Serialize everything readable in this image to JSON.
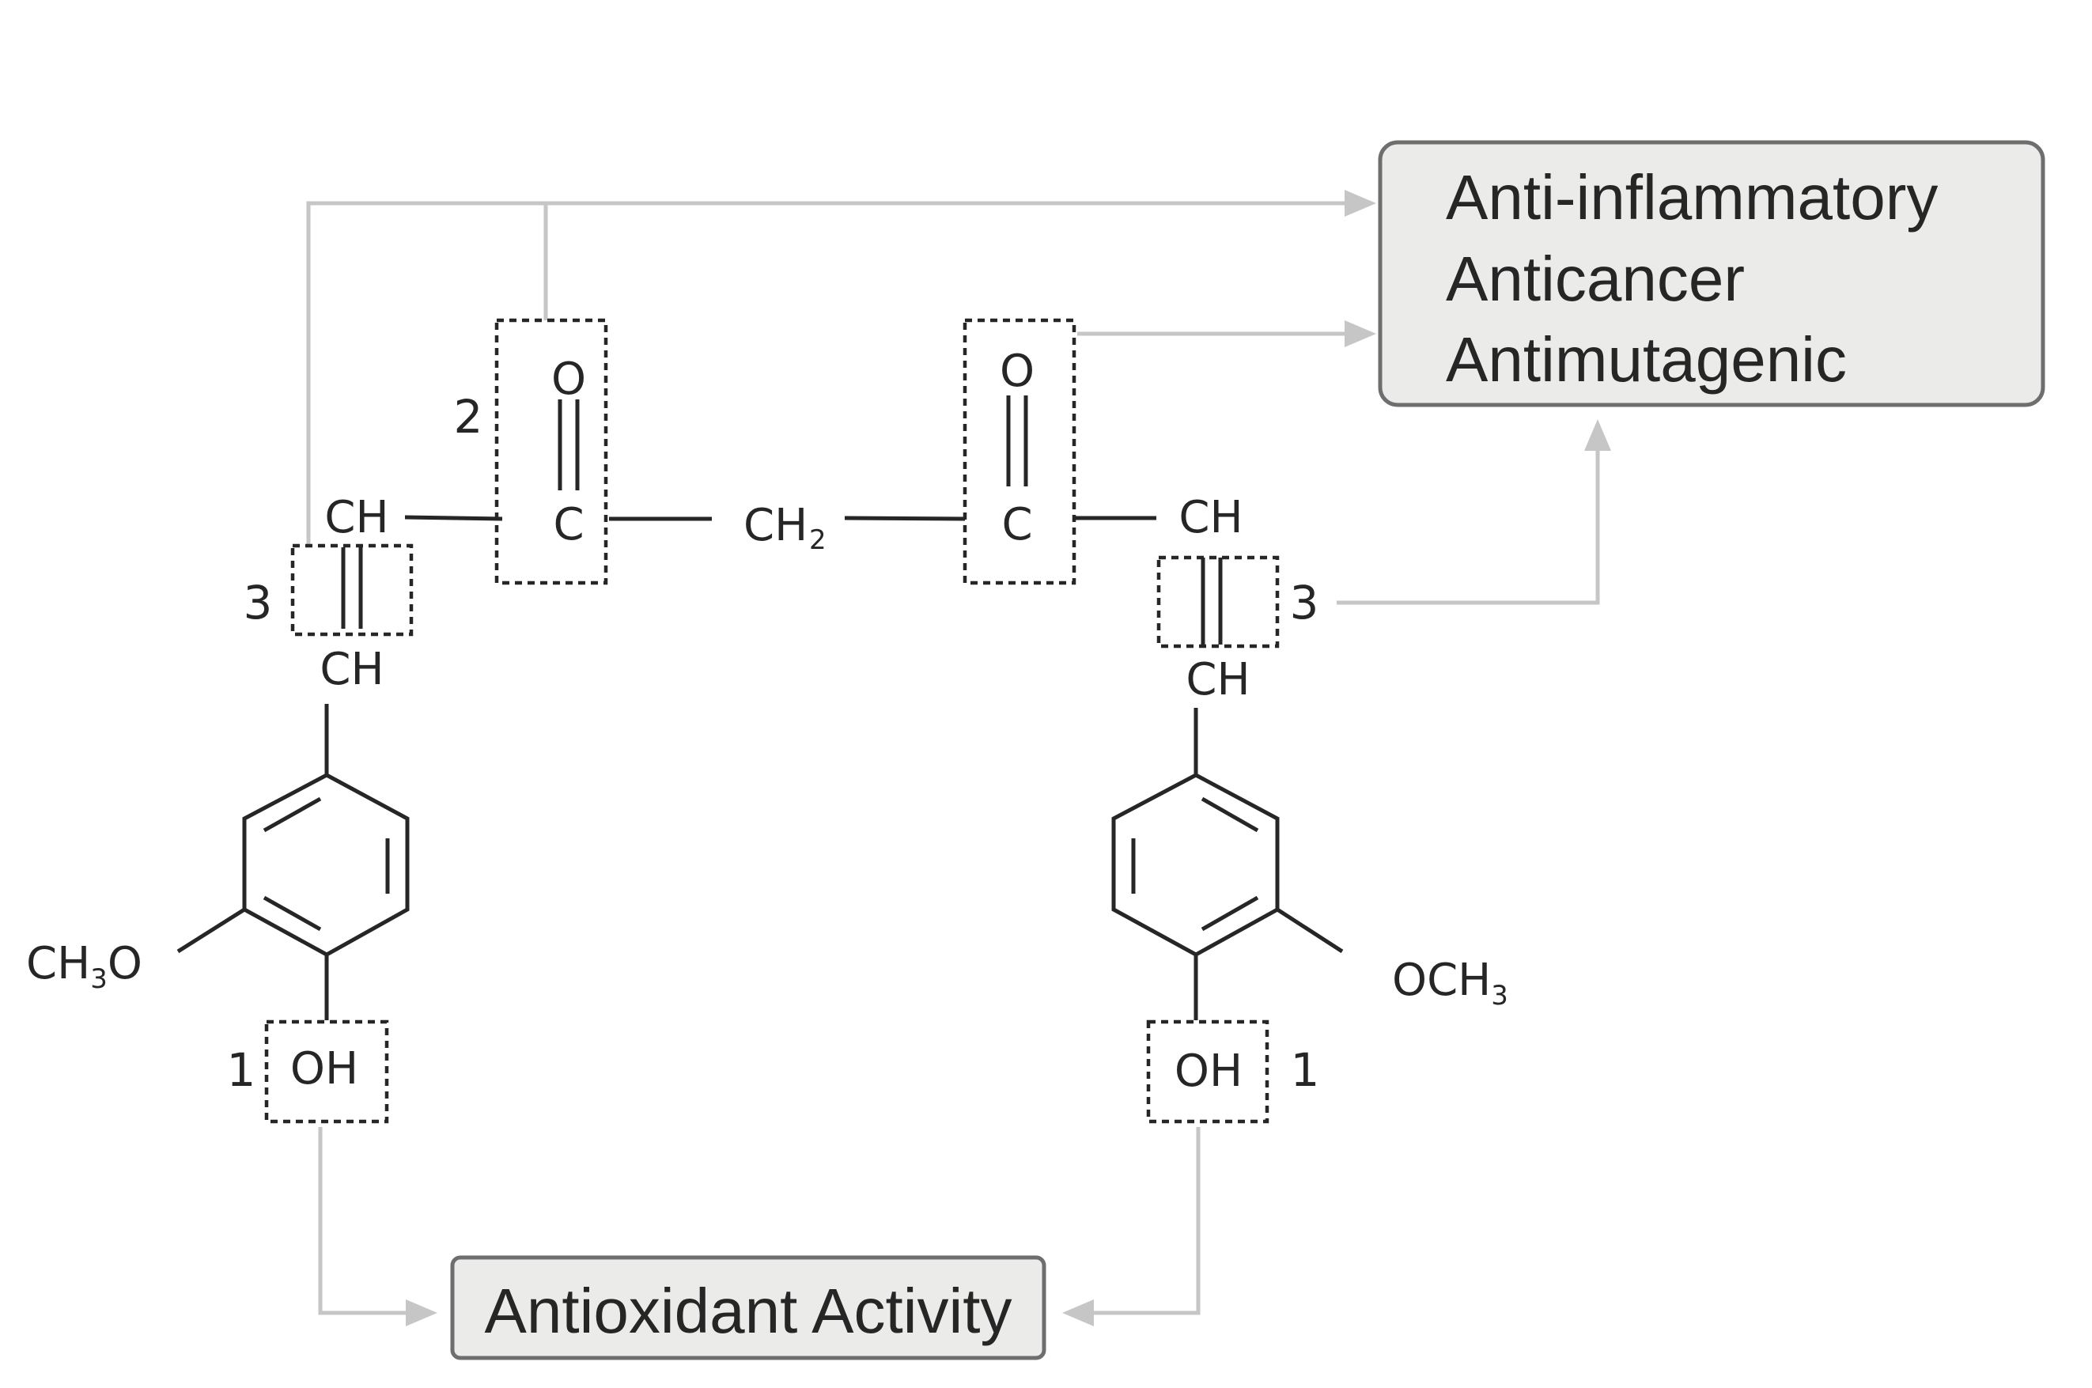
{
  "atoms": {
    "left_oxygen": "O",
    "left_carbon": "C",
    "left_ch_top": "CH",
    "left_ch_bottom": "CH",
    "middle_ch": "CH",
    "middle_sub": "2",
    "right_oxygen": "O",
    "right_carbon": "C",
    "right_ch_top": "CH",
    "right_ch_bottom": "CH",
    "left_methoxy_pre": "CH",
    "left_methoxy_sub": "3",
    "left_methoxy_post": "O",
    "right_methoxy_pre": "OCH",
    "right_methoxy_sub": "3",
    "left_oh": "OH",
    "right_oh": "OH"
  },
  "group_numbers": {
    "left_hydroxyl": "1",
    "right_hydroxyl": "1",
    "left_carbonyl": "2",
    "left_double_bond": "3",
    "right_double_bond": "3"
  },
  "outcomes": {
    "activities": [
      "Anti-inflammatory",
      "Anticancer",
      "Antimutagenic"
    ],
    "antioxidant": "Antioxidant Activity"
  },
  "colors": {
    "structure": "#262626",
    "connector": "#c6c6c6",
    "box_fill": "#ebecea",
    "box_border": "#6e6e6e"
  }
}
